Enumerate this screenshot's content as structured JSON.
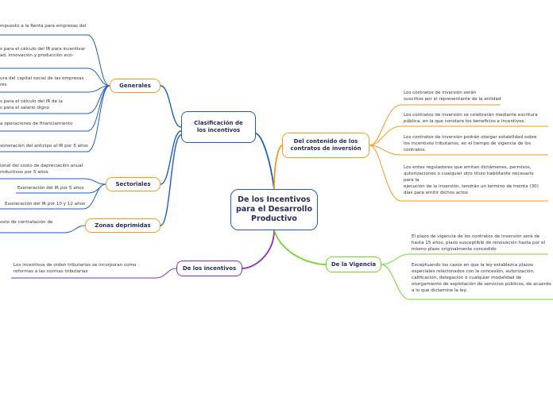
{
  "root": {
    "label": "De los Incentivos para el Desarrollo Productivo",
    "color": "#1f5fb8"
  },
  "branches": {
    "clasificacion": {
      "label": "Clasificación de los incentivos",
      "color": "#1f5fb8"
    },
    "generales": {
      "label": "Generales",
      "color": "#f39a1e"
    },
    "sectoriales": {
      "label": "Sectoriales",
      "color": "#f39a1e"
    },
    "zonas": {
      "label": "Zonas deprimidas",
      "color": "#f39a1e"
    },
    "de_los_incentivos": {
      "label": "De los incentivos",
      "color": "#8e2db8"
    },
    "contenido": {
      "label": "Del contenido de los contratos de inversión",
      "color": "#f39a1e"
    },
    "vigencia": {
      "label": "De la Vigencia",
      "color": "#6fd62a"
    }
  },
  "generales_items": [
    [
      "mpuesto a la Renta para empresas del"
    ],
    [
      "s para el cálculo del IR para incentivar",
      "ad, innovación y producción eco-"
    ],
    [
      "ura del capital social de las empresas",
      "res"
    ],
    [
      "s para el cálculo del IR de la",
      "s para el salario digno"
    ],
    [
      "a operaciones de financiamiento"
    ],
    [
      "xoneración del anticipo al IR por 5 años"
    ]
  ],
  "sectoriales_items": [
    [
      "ional del costo de depreciación anual",
      "roductivos por 5 años"
    ],
    [
      "Exoneración del IR por 5 años"
    ],
    [
      "Exoneración del IR por 10 y 12 años"
    ]
  ],
  "zonas_items": [
    [
      "osto de contratación de"
    ]
  ],
  "de_los_incentivos_items": [
    [
      "Los incentivos de orden tributarios se incorporan como",
      "reformas a las normas tributarias"
    ]
  ],
  "contenido_items": [
    [
      "Los contratos de inversión serán",
      "suscritos por el representante de la entidad"
    ],
    [
      "Los contratos de inversión se celebrarán mediante escritura",
      "pública, en la que constara los beneficios e incentivos."
    ],
    [
      "Los contratos de inversión podrán otorgar estabilidad sobre",
      "los incentivos tributarios, en el tiempo de vigencia de los",
      "contratos."
    ],
    [
      "Los entes reguladores que emitan dictámenes, permisos,",
      "autorizaciones o cualquier otro título habilitante necesario",
      "para la",
      " ejecución de la inversión, tendrán un término de treinta (30)",
      "días para emitir dichos actos"
    ]
  ],
  "vigencia_items": [
    [
      "El plazo de vigencia de los contratos de inversión será de",
      "hasta 15 años, plazo susceptible de renovación hasta por el",
      "mismo plazo originalmente concedido"
    ],
    [
      "Exceptuando los casos en que la ley establezca plazos",
      "especiales relacionados con la concesión, autorización,",
      "calificación, delegación o cualquier modalidad de",
      "otorgamiento de explotación de servicios públicos, de acuerdo",
      "a lo que dictamine la ley."
    ]
  ]
}
